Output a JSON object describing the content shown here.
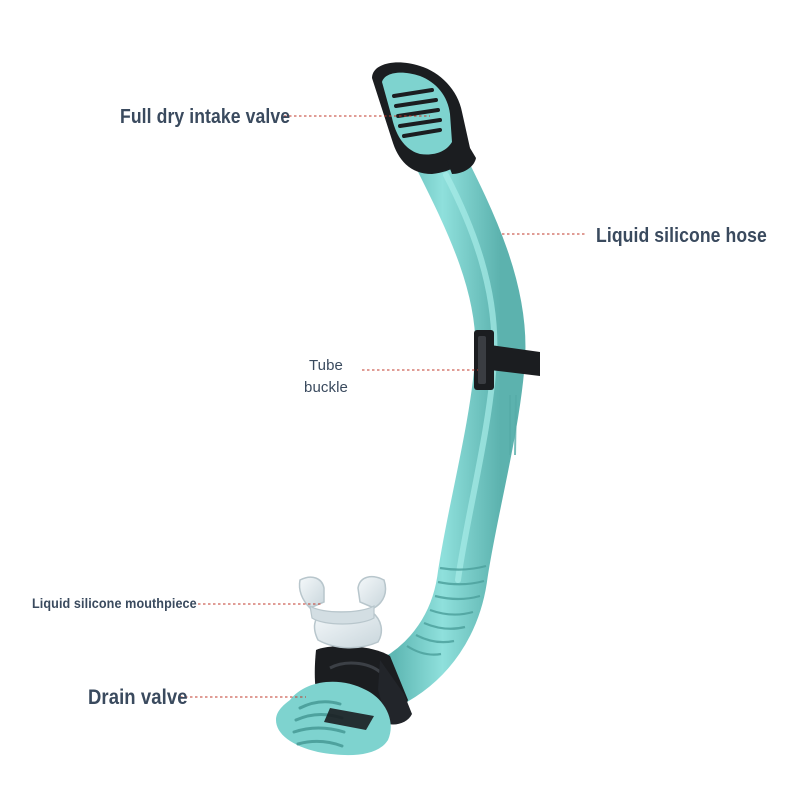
{
  "labels": {
    "intake_valve": "Full dry intake valve",
    "hose": "Liquid silicone hose",
    "buckle_line1": "Tube",
    "buckle_line2": "buckle",
    "mouthpiece": "Liquid silicone mouthpiece",
    "drain_valve": "Drain valve"
  },
  "colors": {
    "label_text": "#3a4a5e",
    "leader_line": "#c0392b",
    "tube": "#7ed3cf",
    "tube_shade": "#5fb8b4",
    "black_parts": "#1b1d20",
    "mouthpiece": "#dfe8ec"
  }
}
